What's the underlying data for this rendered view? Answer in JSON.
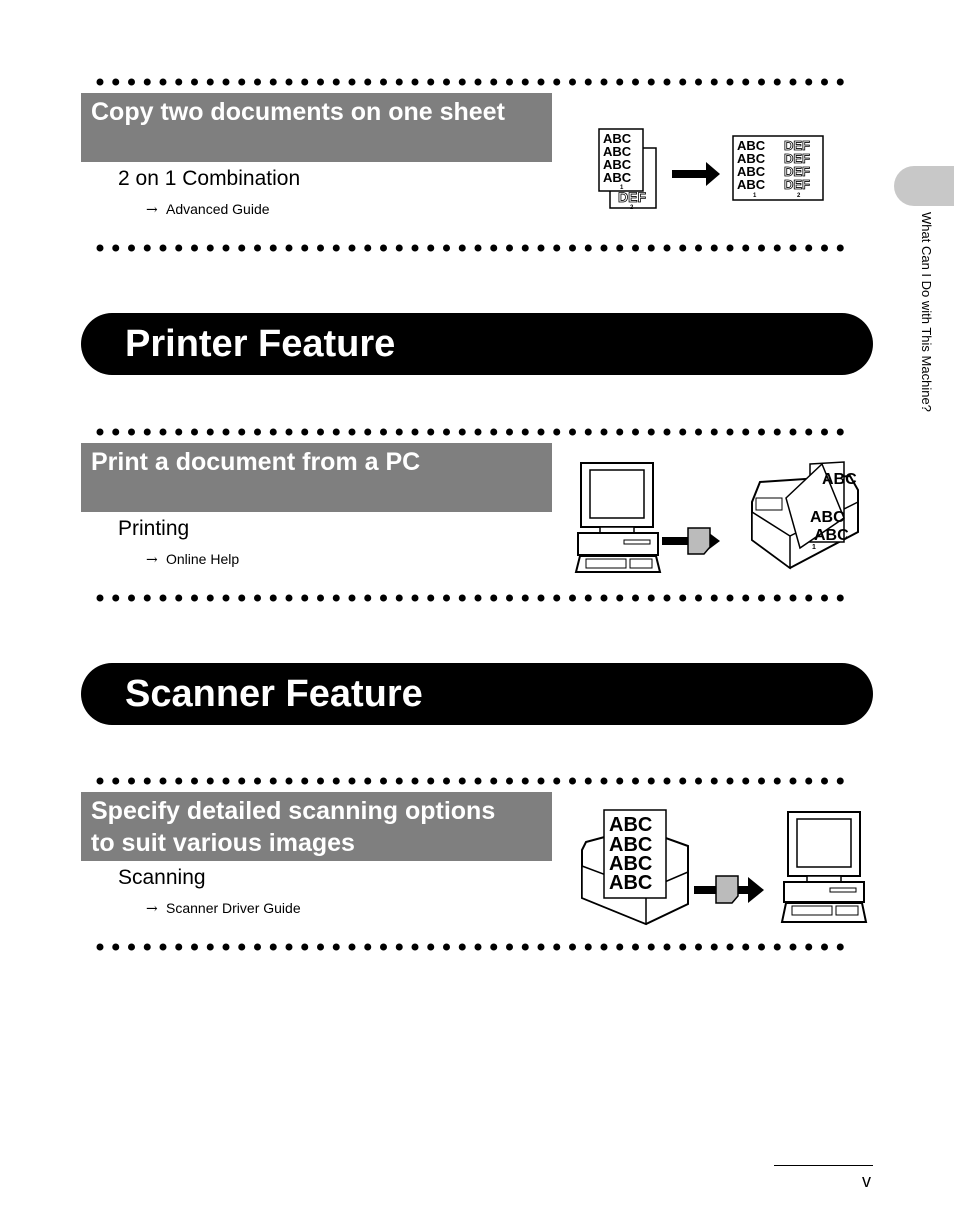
{
  "side_tab": {
    "label": "What Can I Do with This Machine?"
  },
  "sections": {
    "copy": {
      "title": "Copy two documents on one sheet",
      "item": "2 on 1 Combination",
      "ref_arrow": "→",
      "ref": "Advanced Guide"
    },
    "printer_feature": {
      "title": "Printer Feature"
    },
    "print": {
      "title": "Print a document from a PC",
      "item": "Printing",
      "ref_arrow": "→",
      "ref": "Online Help"
    },
    "scanner_feature": {
      "title": "Scanner Feature"
    },
    "scan": {
      "title_line1": "Specify detailed scanning options",
      "title_line2": "to suit various images",
      "item": "Scanning",
      "ref_arrow": "→",
      "ref": "Scanner Driver Guide"
    }
  },
  "illustrations": {
    "abc": "ABC",
    "def": "DEF",
    "num1": "1",
    "num2": "2"
  },
  "page_number": "v",
  "colors": {
    "section_bar": "#7f7f7f",
    "feature_bar": "#000000",
    "side_tab": "#c8c8c8"
  }
}
